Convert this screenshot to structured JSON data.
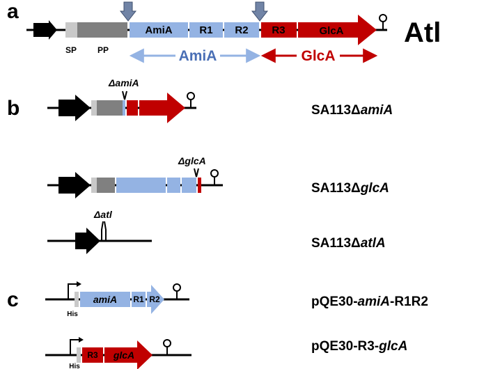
{
  "panels": {
    "a": "a",
    "b": "b",
    "c": "c"
  },
  "atl_construct": {
    "name": "Atl",
    "segments": {
      "sp": "SP",
      "pp": "PP",
      "amia": "AmiA",
      "r1": "R1",
      "r2": "R2",
      "r3": "R3",
      "glca": "GlcA"
    },
    "domain_amia": "AmiA",
    "domain_glca": "GlcA"
  },
  "mutants": [
    {
      "deletion": "amiA",
      "strain_prefix": "SA113",
      "strain_gene": "amiA"
    },
    {
      "deletion": "glcA",
      "strain_prefix": "SA113",
      "strain_gene": "glcA"
    },
    {
      "deletion": "atl",
      "strain_prefix": "SA113",
      "strain_gene": "atlA"
    }
  ],
  "delta": "Δ",
  "plasmids": [
    {
      "tag": "His",
      "seg1": "amiA",
      "seg2": "R1",
      "seg3": "R2",
      "name_prefix": "pQE30-",
      "name_italic": "amiA",
      "name_suffix": "-R1R2"
    },
    {
      "tag": "His",
      "seg1": "R3",
      "seg2": "glcA",
      "name_prefix": "pQE30-R3-",
      "name_italic": "glcA",
      "name_suffix": ""
    }
  ],
  "colors": {
    "amia_blue": "#94b3e3",
    "glca_red": "#c00000",
    "pp_gray": "#808080",
    "sp_gray": "#c9c9c9",
    "cleavage_arrow": "#7184a6"
  }
}
